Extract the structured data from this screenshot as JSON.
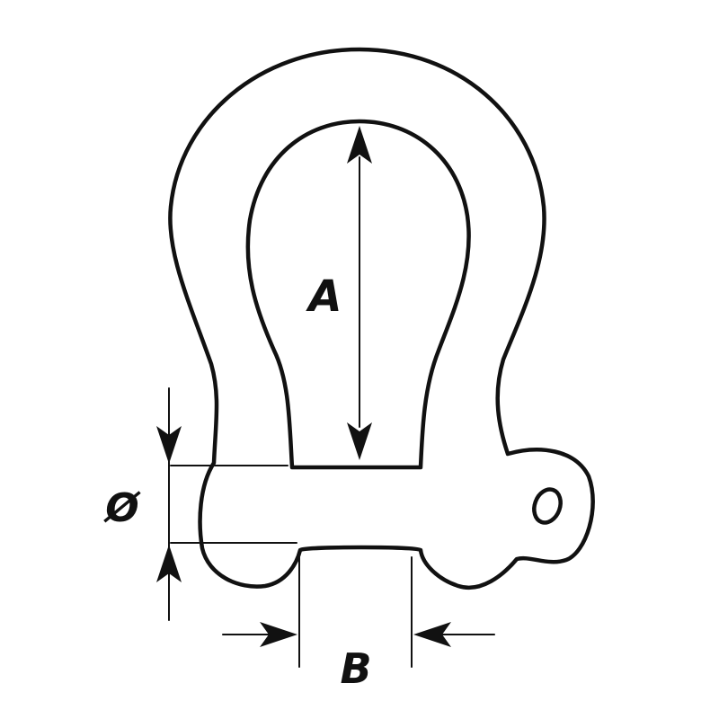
{
  "diagram": {
    "labels": {
      "inner_length": "A",
      "pin_diameter": "Ø",
      "inner_width": "B"
    },
    "colors": {
      "line": "#111111",
      "background": "#ffffff"
    }
  }
}
